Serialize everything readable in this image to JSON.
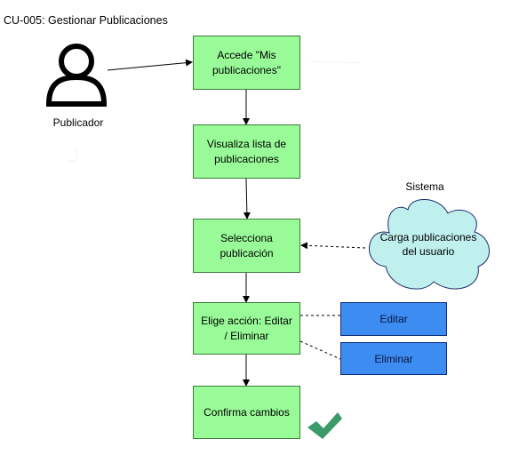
{
  "title": "CU-005: Gestionar Publicaciones",
  "actor": {
    "label": "Publicador",
    "icon": "user-icon"
  },
  "system": {
    "label": "Sistema",
    "cloud_text": "Carga publicaciones del usuario"
  },
  "steps": [
    {
      "label": "Accede \"Mis publicaciones\""
    },
    {
      "label": "Visualiza lista de publicaciones"
    },
    {
      "label": "Selecciona publicación"
    },
    {
      "label": "Elige acción: Editar / Eliminar"
    },
    {
      "label": "Confirma cambios"
    }
  ],
  "actions": [
    {
      "label": "Editar"
    },
    {
      "label": "Eliminar"
    }
  ],
  "colors": {
    "step_fill": "#98fb98",
    "action_fill": "#3d8cf1",
    "cloud_fill": "#bff0ee",
    "check": "#3a9a6a"
  }
}
